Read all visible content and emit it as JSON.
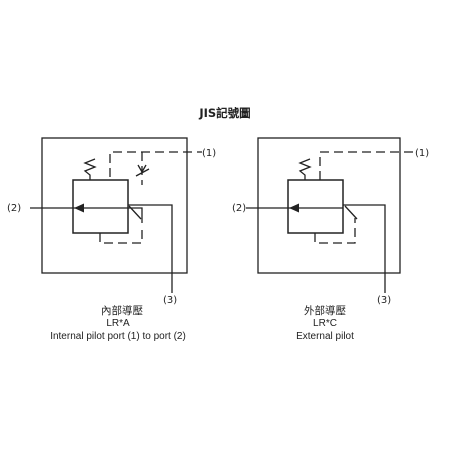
{
  "title": "JIS記號圖",
  "symbols": [
    {
      "ports": {
        "pilot": "(1)",
        "main": "(2)",
        "drain": "(3)"
      },
      "caption_zh": "內部導壓",
      "model": "LR*A",
      "caption_en": "Internal pilot port (1) to port (2)"
    },
    {
      "ports": {
        "pilot": "(1)",
        "main": "(2)",
        "drain": "(3)"
      },
      "caption_zh": "外部導壓",
      "model": "LR*C",
      "caption_en": "External pilot"
    }
  ]
}
